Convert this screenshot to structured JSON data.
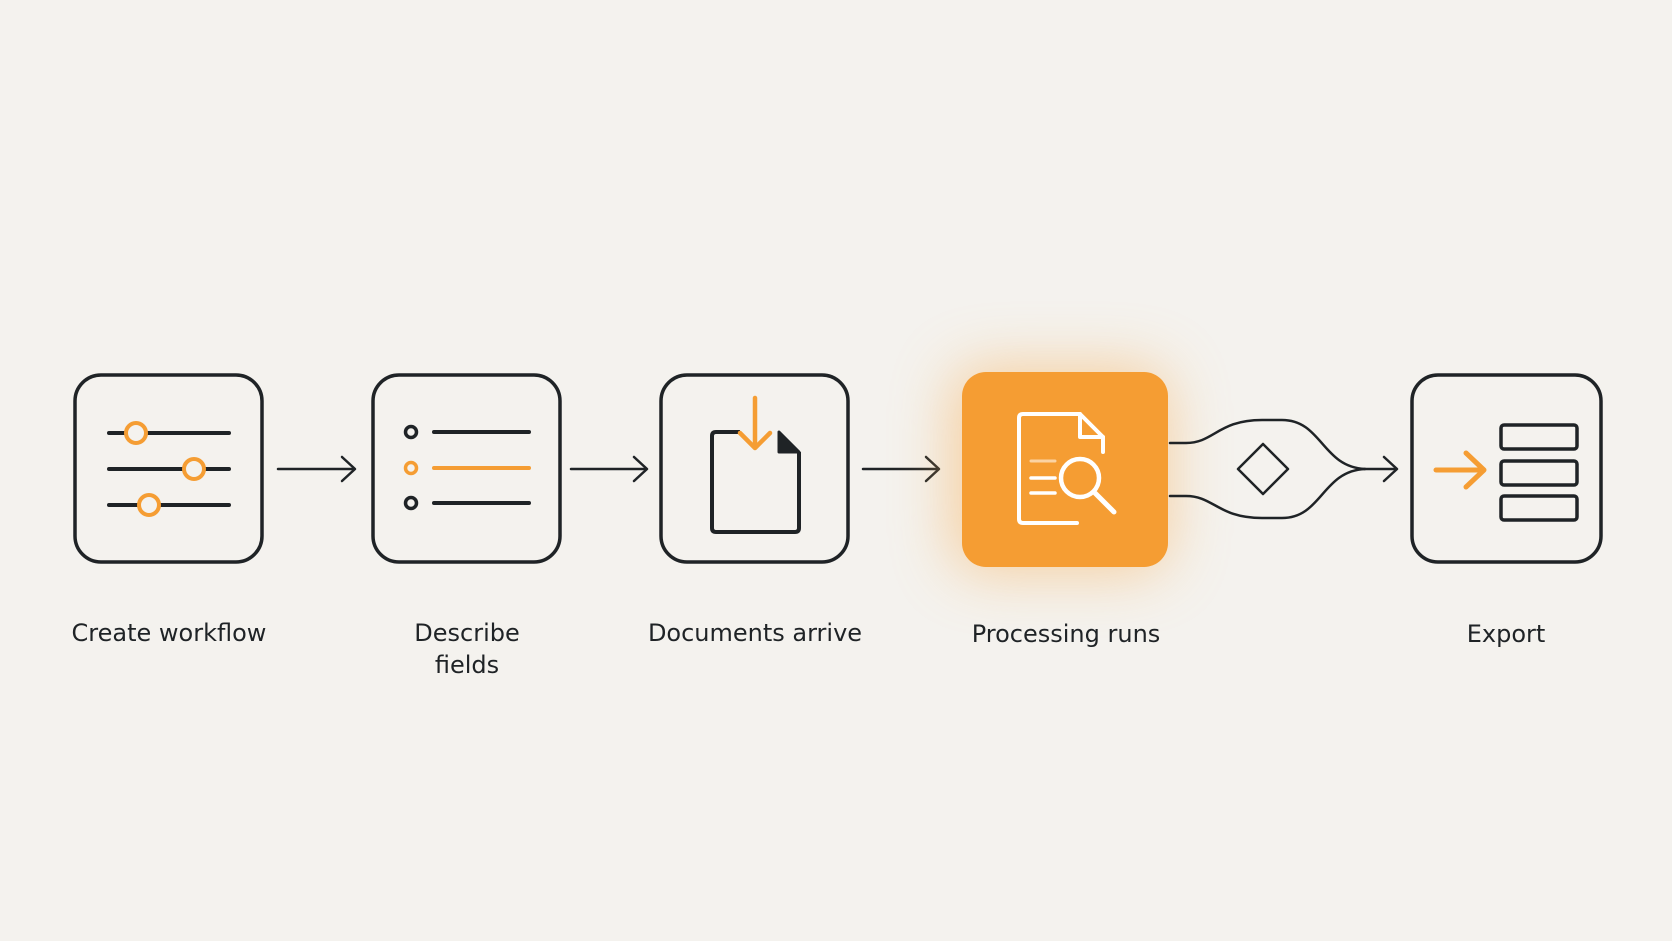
{
  "colors": {
    "background": "#f4f2ee",
    "ink": "#1f2326",
    "accent": "#f59d33",
    "active_icon": "#ffffff"
  },
  "steps": [
    {
      "label": "Create workflow",
      "icon": "sliders-icon",
      "active": false
    },
    {
      "label": "Describe\nfields",
      "icon": "field-list-icon",
      "active": false
    },
    {
      "label": "Documents arrive",
      "icon": "document-download-icon",
      "active": false
    },
    {
      "label": "Processing runs",
      "icon": "document-search-icon",
      "active": true
    },
    {
      "label": "Export",
      "icon": "export-table-icon",
      "active": false
    }
  ],
  "connectors": [
    "arrow",
    "arrow",
    "arrow",
    "decision-merge-arrow"
  ]
}
